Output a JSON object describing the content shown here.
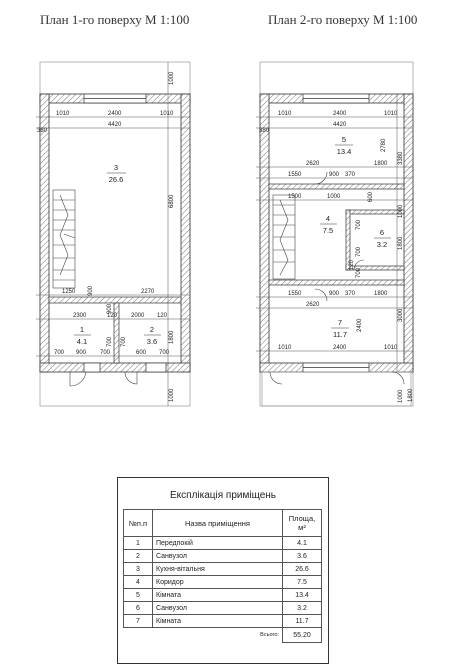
{
  "titles": {
    "floor1": "План 1-го поверху М 1:100",
    "floor2": "План 2-го поверху М 1:100"
  },
  "floor1": {
    "dims_top": [
      "1010",
      "2400",
      "1010",
      "4420",
      "380"
    ],
    "dims_right": [
      "1000",
      "6800",
      "1800",
      "1000"
    ],
    "dims_inner": [
      "1250",
      "900",
      "2270",
      "2300",
      "120",
      "2000",
      "120",
      "900",
      "700",
      "700",
      "700",
      "900",
      "700",
      "600",
      "700"
    ],
    "rooms": [
      {
        "no": "3",
        "area": "26.6"
      },
      {
        "no": "1",
        "area": "4.1"
      },
      {
        "no": "2",
        "area": "3.6"
      }
    ]
  },
  "floor2": {
    "dims_top": [
      "1010",
      "2400",
      "1010",
      "4420",
      "380"
    ],
    "dims_right": [
      "2780",
      "3380",
      "1800",
      "3000",
      "1800"
    ],
    "dims_inner": [
      "2620",
      "1800",
      "1550",
      "900",
      "370",
      "1500",
      "1000",
      "600",
      "1550",
      "900",
      "370",
      "1800",
      "2620",
      "2400",
      "1010",
      "2400",
      "1010",
      "700",
      "700",
      "700",
      "120",
      "1000",
      "1000"
    ],
    "rooms": [
      {
        "no": "5",
        "area": "13.4"
      },
      {
        "no": "4",
        "area": "7.5"
      },
      {
        "no": "6",
        "area": "3.2"
      },
      {
        "no": "7",
        "area": "11.7"
      }
    ]
  },
  "explication": {
    "title": "Експлікація приміщень",
    "headers": {
      "no": "№п.п",
      "name": "Назва приміщення",
      "area": "Площа, м²"
    },
    "rows": [
      {
        "no": "1",
        "name": "Передпокій",
        "area": "4.1"
      },
      {
        "no": "2",
        "name": "Санвузол",
        "area": "3.6"
      },
      {
        "no": "3",
        "name": "Кухня-вітальня",
        "area": "26.6"
      },
      {
        "no": "4",
        "name": "Коридор",
        "area": "7.5"
      },
      {
        "no": "5",
        "name": "Кімната",
        "area": "13.4"
      },
      {
        "no": "6",
        "name": "Санвузол",
        "area": "3.2"
      },
      {
        "no": "7",
        "name": "Кімната",
        "area": "11.7"
      }
    ],
    "total_label": "Всього:",
    "total_value": "55.20"
  }
}
